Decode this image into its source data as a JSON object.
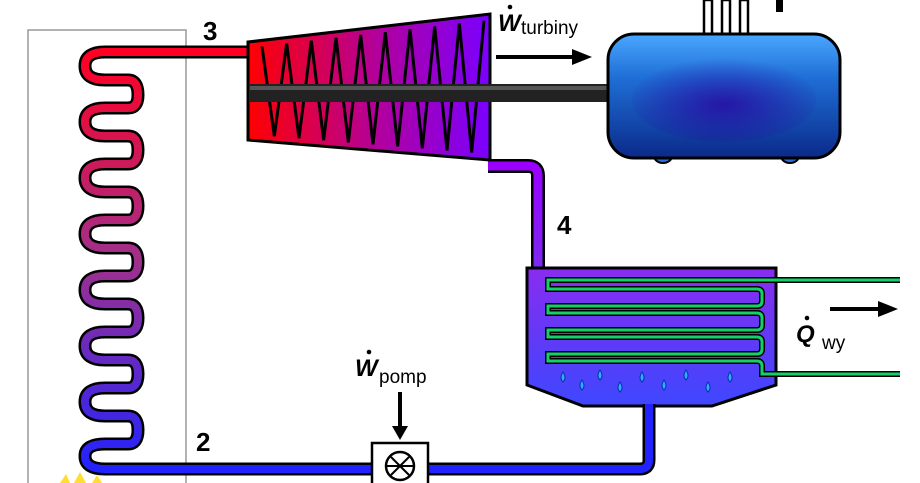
{
  "diagram": {
    "labels": {
      "state_2": "2",
      "state_3": "3",
      "state_4": "4"
    },
    "turbine_work": {
      "symbol": "W",
      "subscript": "turbiny"
    },
    "pump_work": {
      "symbol": "W",
      "subscript": "pomp"
    },
    "heat_out": {
      "symbol": "Q",
      "subscript": "wy"
    }
  },
  "colors": {
    "hot": "#ff0022",
    "mid": "#9933cc",
    "cold": "#2222ff",
    "turbine_hot": "#ff0000",
    "turbine_cold": "#8800ff",
    "generator": "#1f6fd6",
    "condenser": "#7b33ee",
    "coil": "#00cc66",
    "shaft": "#222222"
  }
}
